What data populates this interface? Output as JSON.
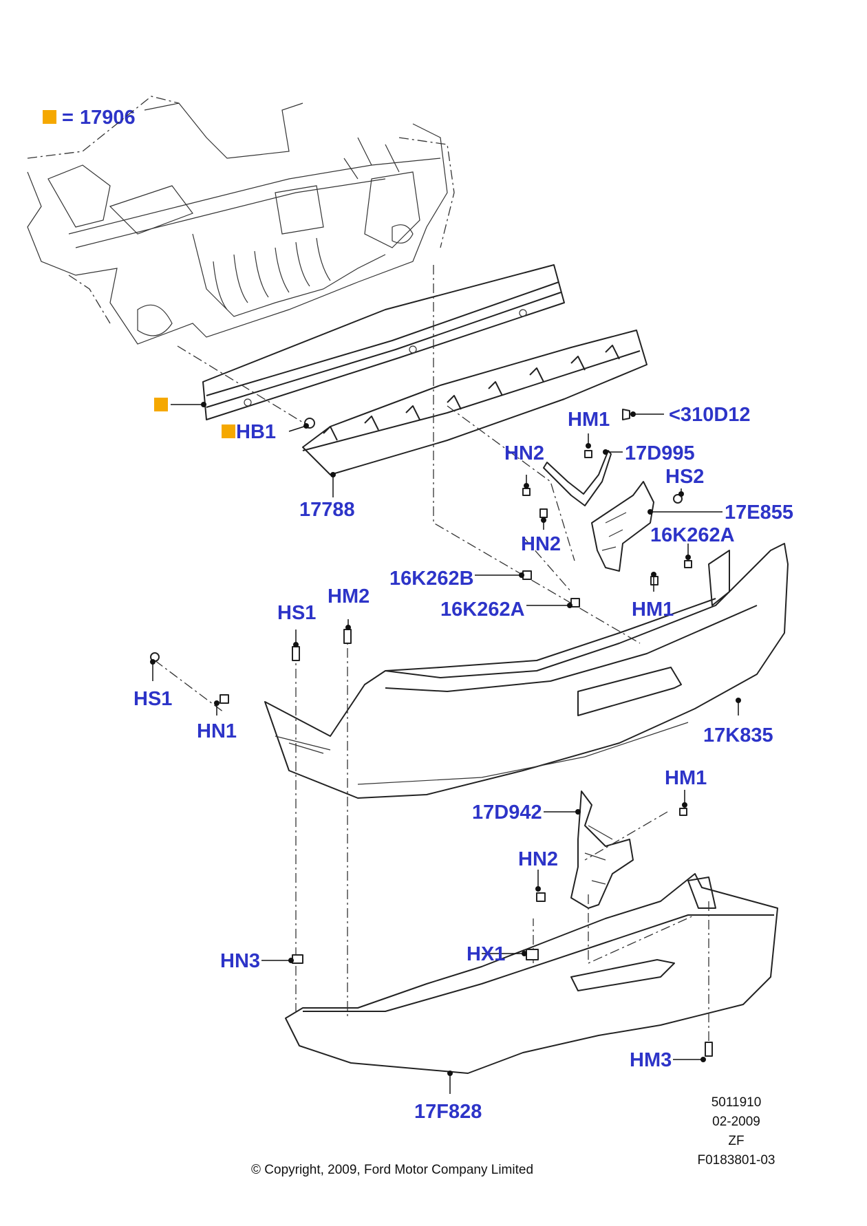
{
  "legend": {
    "color": "#f5a800",
    "equals": "=",
    "code": "17906"
  },
  "callouts": {
    "hb1": "HB1",
    "p17788": "17788",
    "p310d12": "<310D12",
    "hm1_top": "HM1",
    "hn2_a": "HN2",
    "p17d995": "17D995",
    "hs2": "HS2",
    "p17e855": "17E855",
    "hn2_b": "HN2",
    "p16k262a_r": "16K262A",
    "p16k262b": "16K262B",
    "p16k262a_l": "16K262A",
    "hm1_mid": "HM1",
    "hm2": "HM2",
    "hs1_top": "HS1",
    "hs1_bot": "HS1",
    "hn1": "HN1",
    "p17k835": "17K835",
    "hm1_low": "HM1",
    "p17d942": "17D942",
    "hn2_c": "HN2",
    "hn3": "HN3",
    "hx1": "HX1",
    "hm3": "HM3",
    "p17f828": "17F828"
  },
  "meta": {
    "line1": "5011910",
    "line2": "02-2009",
    "line3": "ZF",
    "line4": "F0183801-03"
  },
  "copyright": "© Copyright, 2009, Ford Motor Company Limited"
}
